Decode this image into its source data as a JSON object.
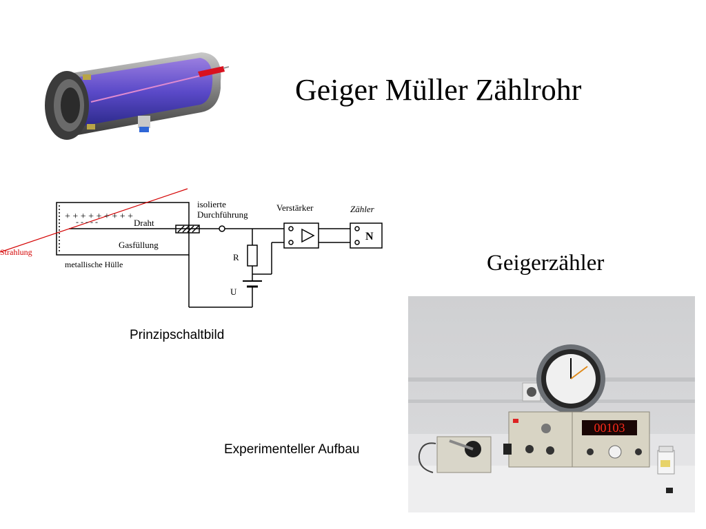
{
  "slide": {
    "title": "Geiger Müller Zählrohr",
    "subtitle": "Geigerzähler",
    "circuit_caption": "Prinzipschaltbild",
    "photo_caption": "Experimenteller Aufbau"
  },
  "circuit": {
    "label_isolated_1": "isolierte",
    "label_isolated_2": "Durchführung",
    "label_amplifier": "Verstärker",
    "label_counter": "Zähler",
    "label_counter_symbol": "N",
    "label_wire": "Draht",
    "label_gas": "Gasfüllung",
    "label_shell": "metallische Hülle",
    "label_radiation": "Strahlung",
    "label_resistor": "R",
    "label_voltage": "U",
    "plus_signs": "+ +  + +  + + + + +",
    "minus_signs": "- -  -  -  -",
    "radiation_color": "#d40000"
  },
  "counter_display": {
    "value": "00103",
    "color": "#ff2a1a"
  }
}
